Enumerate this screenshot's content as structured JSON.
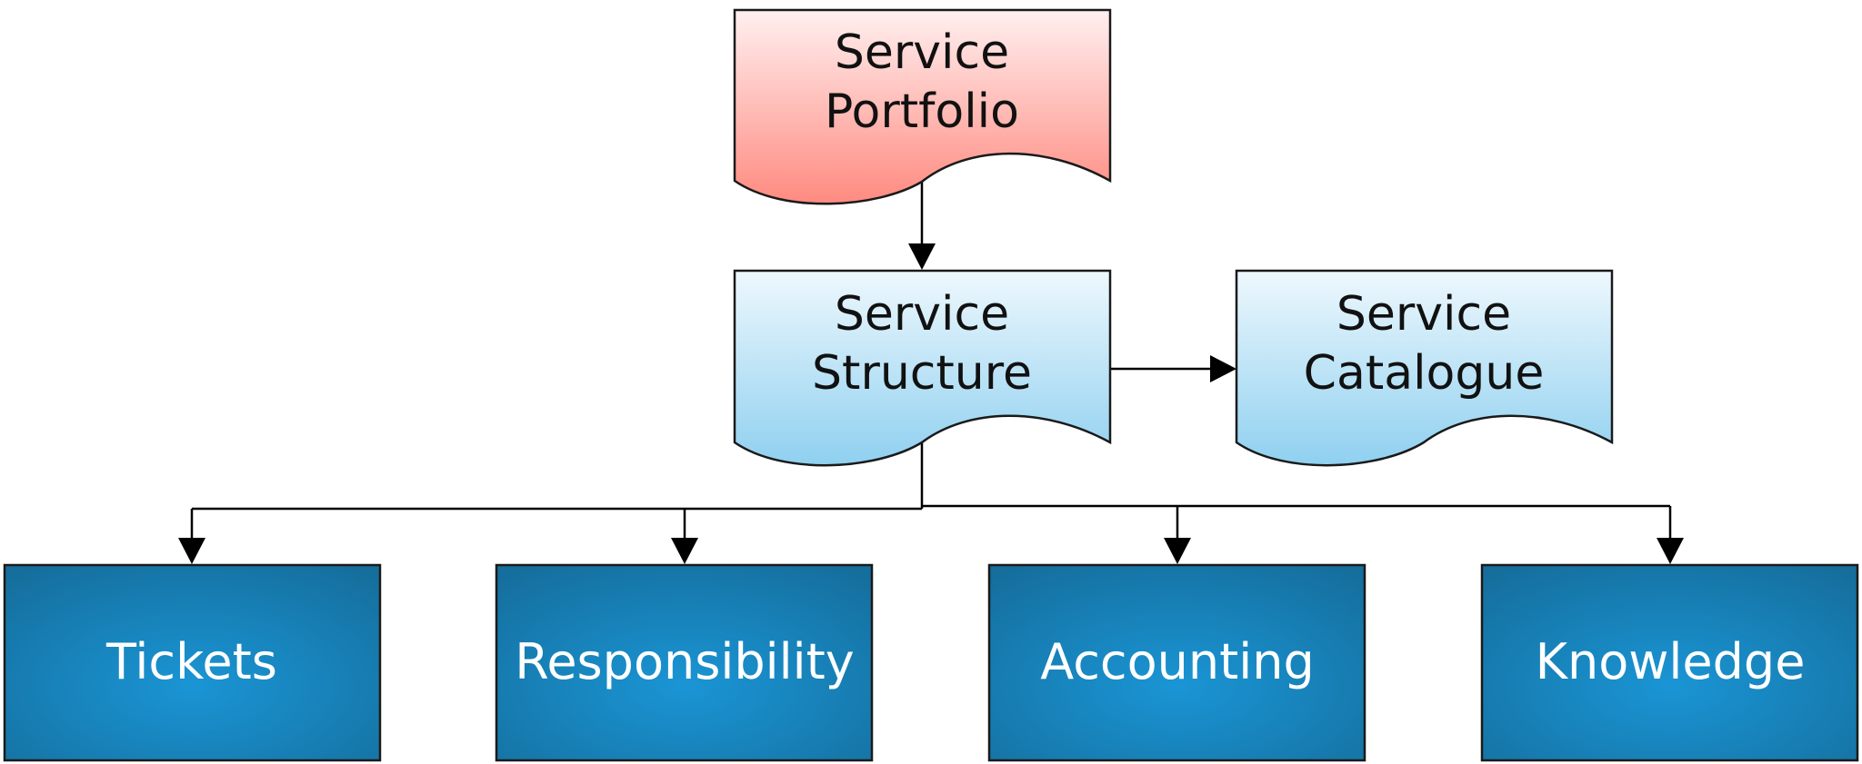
{
  "diagram": {
    "colors": {
      "portfolio_top": "#fff0f0",
      "portfolio_bottom": "#ff8a80",
      "structure_top": "#eef8fd",
      "structure_bottom": "#8fd0f0",
      "box_center": "#1a95d5",
      "box_edge": "#156e9c",
      "line": "#000000"
    },
    "nodes": {
      "service_portfolio": {
        "line1": "Service",
        "line2": "Portfolio"
      },
      "service_structure": {
        "line1": "Service",
        "line2": "Structure"
      },
      "service_catalogue": {
        "line1": "Service",
        "line2": "Catalogue"
      },
      "tickets": {
        "label": "Tickets"
      },
      "responsibility": {
        "label": "Responsibility"
      },
      "accounting": {
        "label": "Accounting"
      },
      "knowledge": {
        "label": "Knowledge"
      }
    },
    "edges": [
      {
        "from": "Service Portfolio",
        "to": "Service Structure"
      },
      {
        "from": "Service Structure",
        "to": "Service Catalogue"
      },
      {
        "from": "Service Structure",
        "to": "Tickets"
      },
      {
        "from": "Service Structure",
        "to": "Responsibility"
      },
      {
        "from": "Service Structure",
        "to": "Accounting"
      },
      {
        "from": "Service Structure",
        "to": "Knowledge"
      }
    ]
  }
}
